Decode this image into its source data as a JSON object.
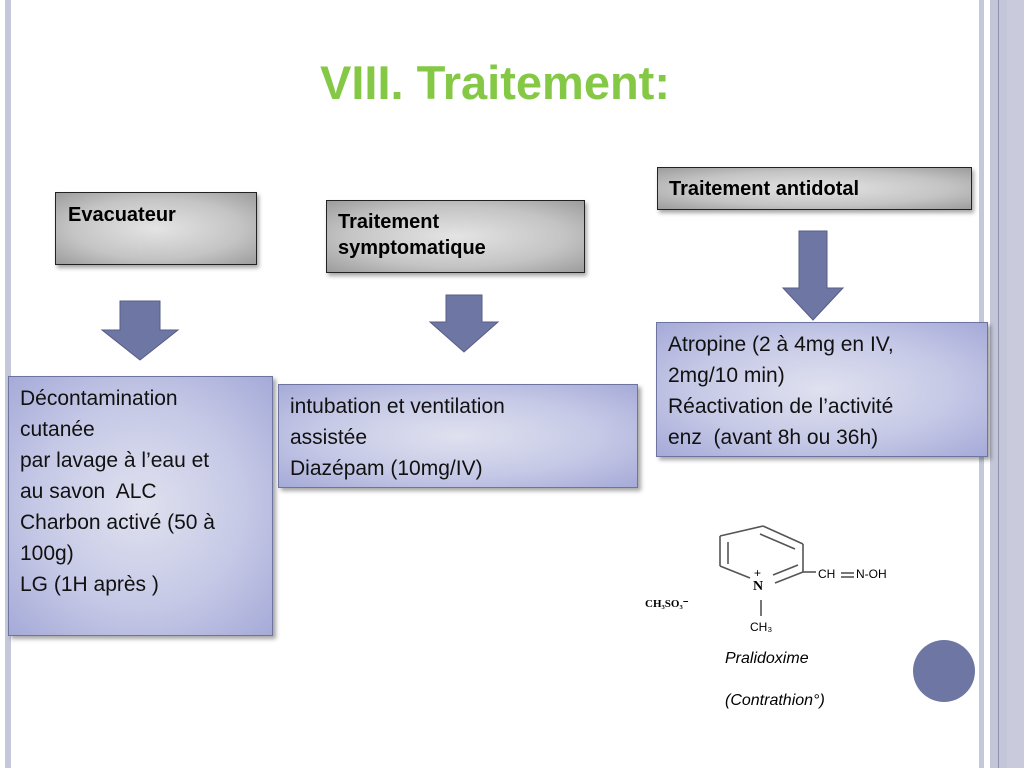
{
  "slide": {
    "title": "VIII. Traitement:",
    "accent_color": "#84c846",
    "columns": [
      {
        "header": "Evacuateur",
        "items": [
          "Décontamination",
          "cutanée",
          "par lavage à l’eau et",
          "au savon  ALC",
          "Charbon activé (50 à",
          "100g)",
          "LG (1H après )"
        ]
      },
      {
        "header_lines": [
          "Traitement",
          "symptomatique"
        ],
        "items": [
          "intubation et ventilation",
          "assistée",
          "Diazépam (10mg/IV)"
        ]
      },
      {
        "header": "Traitement antidotal",
        "items": [
          "Atropine (2 à 4mg en IV,",
          "2mg/10 min)",
          "Réactivation de l’activité",
          "enz  (avant 8h ou 36h)"
        ]
      }
    ],
    "molecule": {
      "counter_ion": "CH₃SO₃⁻",
      "charge": "+",
      "nitrogen": "N",
      "methyl": "CH₃",
      "side_chain_ch": "CH",
      "side_chain_oxime": "N-OH",
      "name": "Pralidoxime",
      "brand": "(Contrathion°)"
    },
    "icons": {
      "arrow": "down-arrow-icon",
      "nav": "circle-nav-icon"
    }
  }
}
